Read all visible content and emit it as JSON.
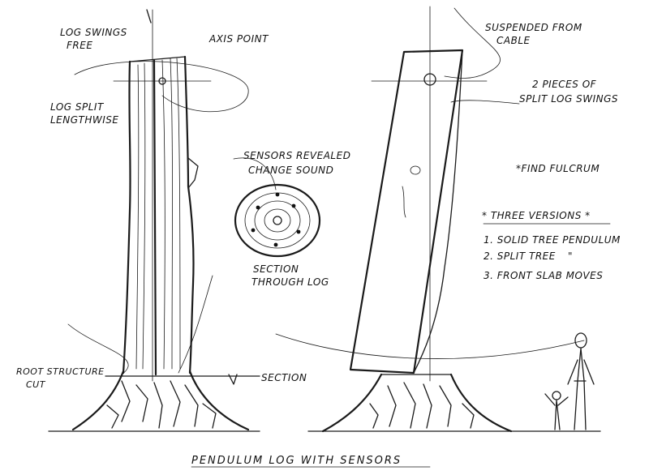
{
  "drawing": {
    "title": "PENDULUM LOG WITH SENSORS",
    "left_labels": {
      "log_swings_free_1": "LOG SWINGS",
      "log_swings_free_2": "FREE",
      "axis_point": "AXIS POINT",
      "log_split_1": "LOG SPLIT",
      "log_split_2": "LENGTHWISE",
      "root_structure_1": "ROOT STRUCTURE",
      "root_structure_2": "CUT",
      "section": "SECTION"
    },
    "center_labels": {
      "sensors_1": "SENSORS REVEALED",
      "sensors_2": "CHANGE SOUND",
      "section_through_1": "SECTION",
      "section_through_2": "THROUGH LOG"
    },
    "right_labels": {
      "suspended_1": "SUSPENDED FROM",
      "suspended_2": "CABLE",
      "pieces_1": "2 PIECES OF",
      "pieces_2": "SPLIT LOG SWINGS",
      "fulcrum": "*FIND FULCRUM",
      "versions_title": "* THREE VERSIONS *",
      "version_1": "1. SOLID TREE PENDULUM",
      "version_2": "2. SPLIT TREE",
      "version_2_mark": "\"",
      "version_3": "3. FRONT SLAB MOVES"
    }
  }
}
